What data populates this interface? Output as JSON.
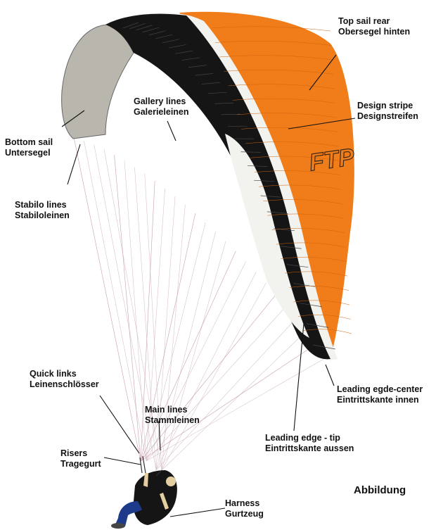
{
  "labels": {
    "top_sail_rear": {
      "en": "Top sail rear",
      "de": "Obersegel hinten"
    },
    "design_stripe": {
      "en": "Design stripe",
      "de": "Designstreifen"
    },
    "gallery_lines": {
      "en": "Gallery lines",
      "de": "Galerieleinen"
    },
    "bottom_sail": {
      "en": "Bottom sail",
      "de": "Untersegel"
    },
    "stabilo_lines": {
      "en": "Stabilo lines",
      "de": "Stabiloleinen"
    },
    "leading_edge_center": {
      "en": "Leading egde-center",
      "de": "Eintrittskante innen"
    },
    "leading_edge_tip": {
      "en": "Leading edge - tip",
      "de": "Eintrittskante aussen"
    },
    "quick_links": {
      "en": "Quick links",
      "de": "Leinenschlösser"
    },
    "main_lines": {
      "en": "Main lines",
      "de": "Stammleinen"
    },
    "risers": {
      "en": "Risers",
      "de": "Tragegurt"
    },
    "harness": {
      "en": "Harness",
      "de": "Gurtzeug"
    }
  },
  "figure_caption": "Abbildung",
  "wing_logo": "FTP",
  "colors": {
    "top_sail": "#f07d1a",
    "top_sail_dark": "#d0620c",
    "leading_edge_black": "#151515",
    "leading_edge_white": "#f2f2ee",
    "bottom_sail": "#b9b6ae",
    "lines": "#d8c4cc",
    "line_dark": "#c8a0b0",
    "pilot_jacket": "#1e3a8a",
    "pilot_skin": "#e4cfa0"
  }
}
